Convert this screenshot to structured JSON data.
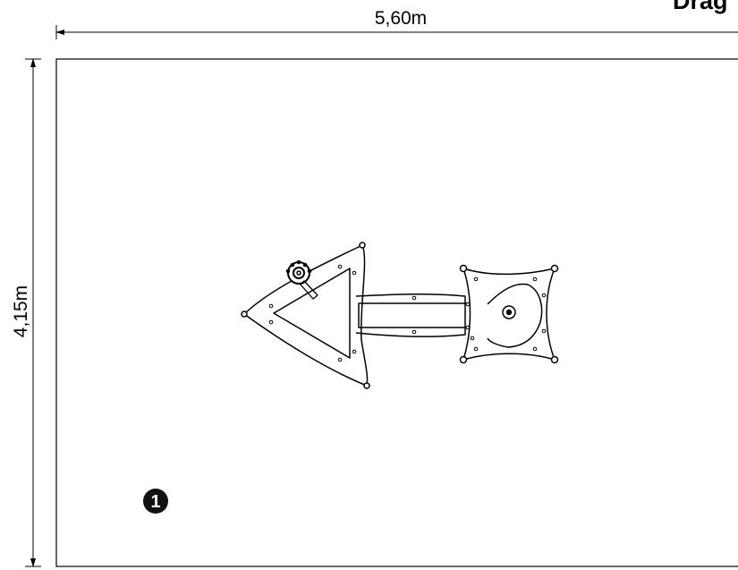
{
  "plan": {
    "title": "Drag",
    "width_label": "5,60m",
    "height_label": "4,15m",
    "marker": "1"
  },
  "icons": {
    "equipment": "playground-arrow-element-icon",
    "marker": "number-circle-icon"
  },
  "colors": {
    "line": "#000000",
    "background": "#ffffff",
    "marker_fill": "#111111"
  }
}
